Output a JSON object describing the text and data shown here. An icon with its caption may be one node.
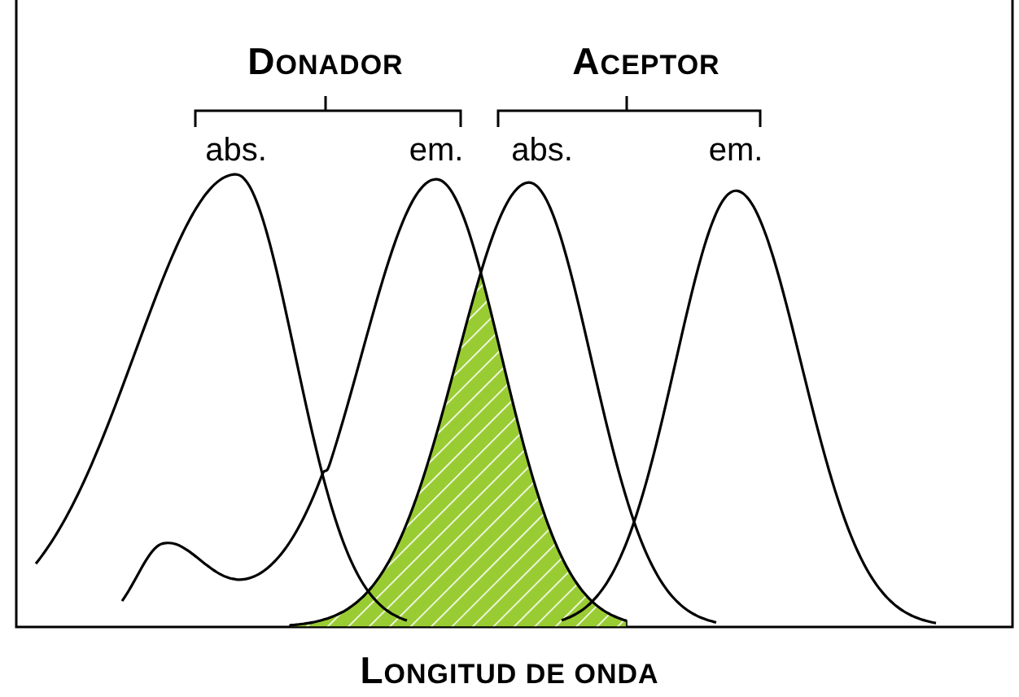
{
  "diagram": {
    "labels": [
      "DONADOR",
      "ACEPTOR",
      "abs.",
      "em.",
      "abs.",
      "em.",
      "LONGITUD DE ONDA"
    ]
  }
}
